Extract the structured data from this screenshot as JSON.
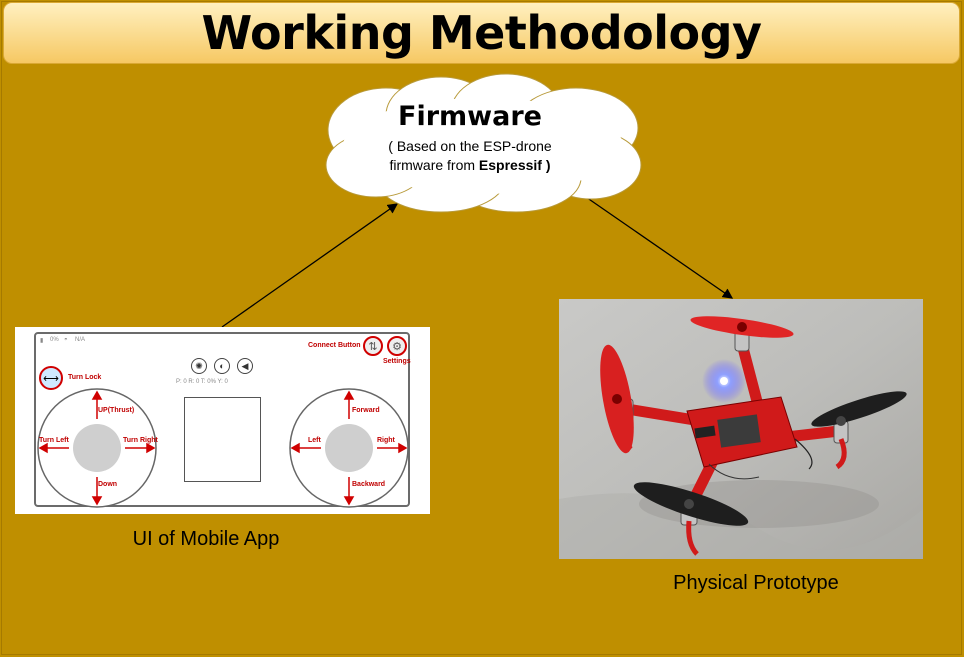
{
  "title": "Working Methodology",
  "firmware": {
    "heading": "Firmware",
    "line1": "( Based on the ESP-drone",
    "line2_prefix": "firmware from ",
    "line2_bold": "Espressif )"
  },
  "app_ui": {
    "caption": "UI of Mobile App",
    "status_battery": "0%",
    "status_signal": "N/A",
    "connect_label": "Connect Button",
    "settings_label": "Settings",
    "turn_lock_label": "Turn Lock",
    "telemetry": "P:  0  R:  0  T:  0%  Y:  0",
    "left_joystick": {
      "up": "UP(Thrust)",
      "down": "Down",
      "left": "Turn Left",
      "right": "Turn Right"
    },
    "right_joystick": {
      "up": "Forward",
      "down": "Backward",
      "left": "Left",
      "right": "Right"
    }
  },
  "prototype": {
    "caption": "Physical Prototype"
  },
  "colors": {
    "background": "#bf8f00",
    "title_fill": "#f6c863",
    "app_accent": "#c00000",
    "drone_board": "#d01a1a"
  },
  "icons": [
    "arrow-icon",
    "cloud-icon",
    "connect-icon",
    "gear-icon",
    "horizontal-arrows-icon",
    "speaker-icon",
    "drone-photo"
  ]
}
